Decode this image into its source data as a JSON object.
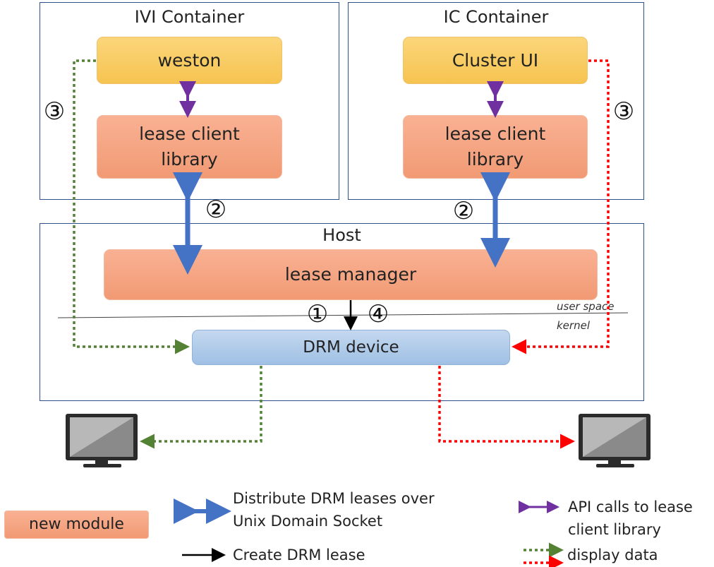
{
  "containers": {
    "ivi": {
      "title": "IVI Container"
    },
    "ic": {
      "title": "IC Container"
    },
    "host": {
      "title": "Host"
    }
  },
  "modules": {
    "weston": "weston",
    "cluster_ui": "Cluster UI",
    "ivi_lease_client": "lease client\nlibrary",
    "ic_lease_client": "lease client\nlibrary",
    "lease_manager": "lease manager",
    "drm_device": "DRM device"
  },
  "markers": {
    "ivi_display": "③",
    "ic_display": "③",
    "ivi_socket": "②",
    "ic_socket": "②",
    "create_lease": "①",
    "lease_step4": "④"
  },
  "boundary": {
    "user_space": "user space",
    "kernel": "kernel"
  },
  "legend": {
    "new_module": "new module",
    "distribute": "Distribute DRM leases over\nUnix Domain Socket",
    "create_lease": "Create DRM lease",
    "api_calls": "API calls to lease\nclient library",
    "display_data": "display data"
  },
  "colors": {
    "module_new": "#f19a74",
    "module_existing": "#f6c350",
    "drm_device": "#9fc0e4",
    "socket_arrow": "#4472c4",
    "api_arrow": "#7030a0",
    "display_left": "#548235",
    "display_right": "#ff0000",
    "container_border": "#2f4f8f"
  }
}
